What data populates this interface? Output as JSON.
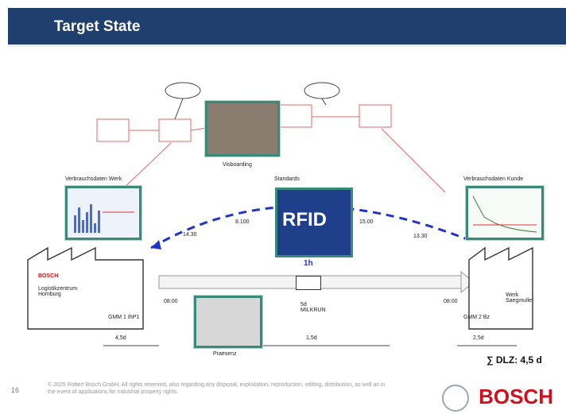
{
  "header": {
    "title": "Target State"
  },
  "labels": {
    "photo_top": "Visboarding",
    "left_chart": "Verbrauchsdaten Werk",
    "center_title": "Standards",
    "right_chart": "Verbrauchsdaten Kunde",
    "rfid": "RFID",
    "rfid_sub": "1h",
    "left_factory": "Logistikzentrum Homburg",
    "left_factory_sub": "BOSCH",
    "left_factory_id": "GMM 1 IhP1",
    "right_factory": "Werk Saegmuller",
    "right_factory_id": "GMM 2 Bz",
    "center_box": "5d MILKRUN",
    "truck_label": "Praesenz",
    "mid_left": "14.30",
    "mid_right": "13.30",
    "dash_left": "4,5d",
    "dash_mid": "1,5d",
    "dash_right": "2,5d",
    "arrow_left": "08:00",
    "arrow_right": "08:00",
    "small_a": "8.100",
    "small_b": "15.00"
  },
  "dlz": "∑ DLZ: 4,5 d",
  "footer": {
    "page": "16",
    "legal": "© 2025 Robert Bosch GmbH. All rights reserved, also regarding any disposal, exploitation, reproduction, editing, distribution, as well as in the event of applications for industrial property rights.",
    "brand": "BOSCH"
  }
}
